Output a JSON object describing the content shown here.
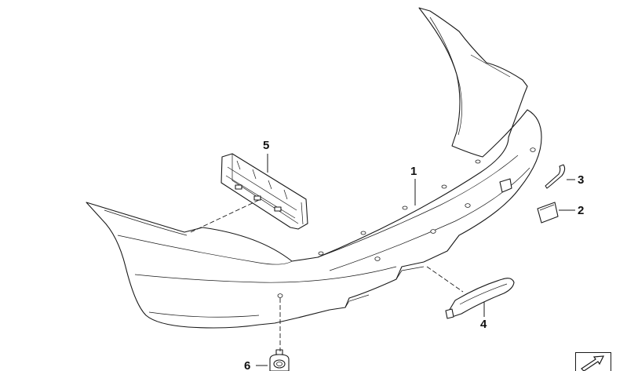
{
  "diagram": {
    "callouts": [
      {
        "id": "1",
        "label": "1"
      },
      {
        "id": "2",
        "label": "2"
      },
      {
        "id": "3",
        "label": "3"
      },
      {
        "id": "4",
        "label": "4"
      },
      {
        "id": "5",
        "label": "5"
      },
      {
        "id": "6",
        "label": "6"
      }
    ]
  },
  "badge": {
    "icon": "catalog-arrow-icon"
  },
  "colors": {
    "line": "#1a1a1a",
    "background": "#ffffff"
  }
}
